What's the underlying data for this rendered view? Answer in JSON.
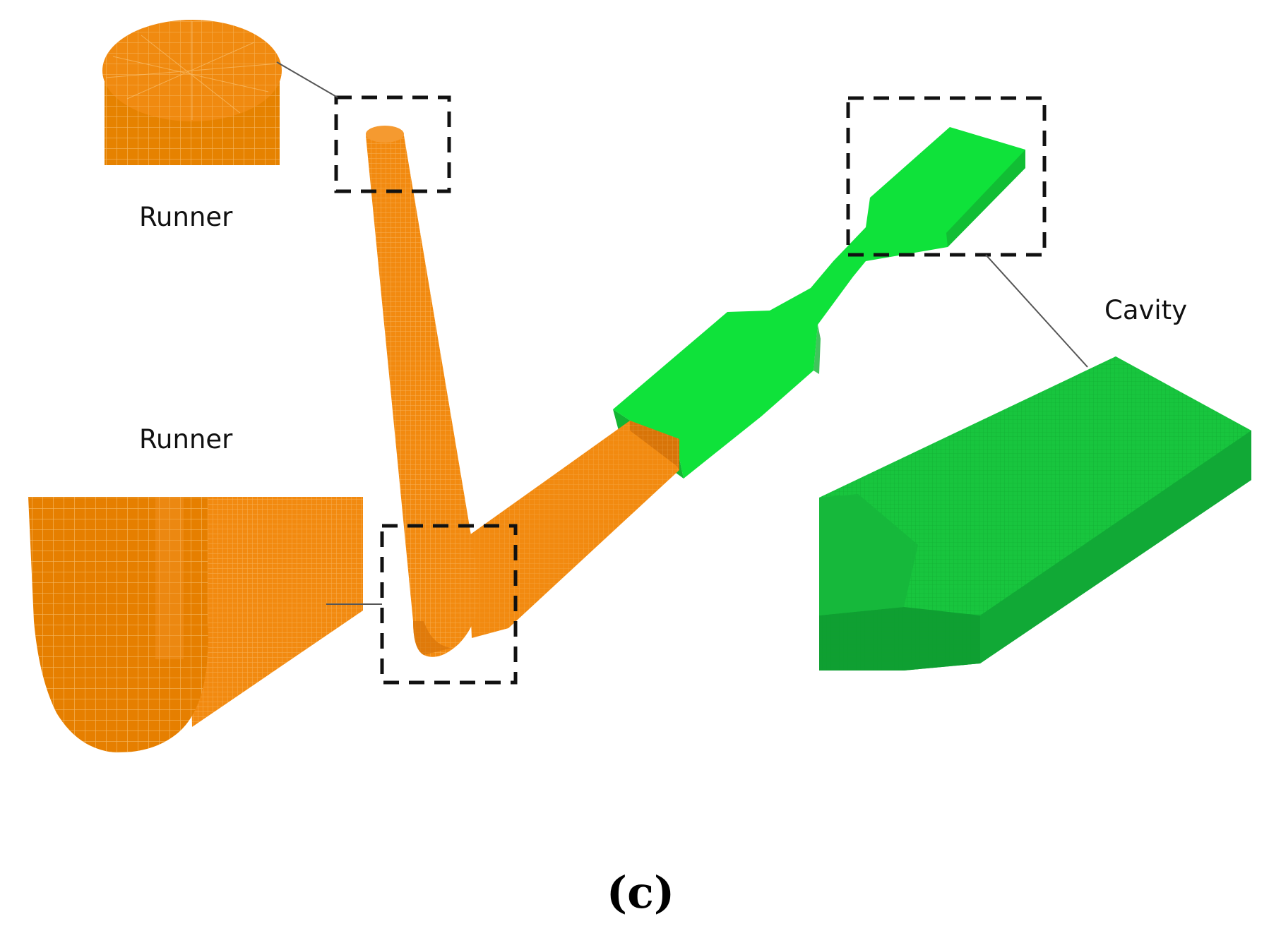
{
  "labels": {
    "runner_top": "Runner",
    "runner_bottom": "Runner",
    "cavity": "Cavity"
  },
  "caption": "(c)",
  "colors": {
    "runner": "#f28a10",
    "runner_dark": "#d87408",
    "runner_mesh": "#f8c070",
    "cavity": "#0fe23a",
    "cavity_dark": "#12b533",
    "cavity_zoom": "#18c53e",
    "cavity_mesh": "#0d9e2b",
    "leader": "#555555",
    "box": "#111111"
  },
  "parts": [
    {
      "name": "Runner",
      "color_key": "runner"
    },
    {
      "name": "Cavity",
      "color_key": "cavity"
    }
  ]
}
